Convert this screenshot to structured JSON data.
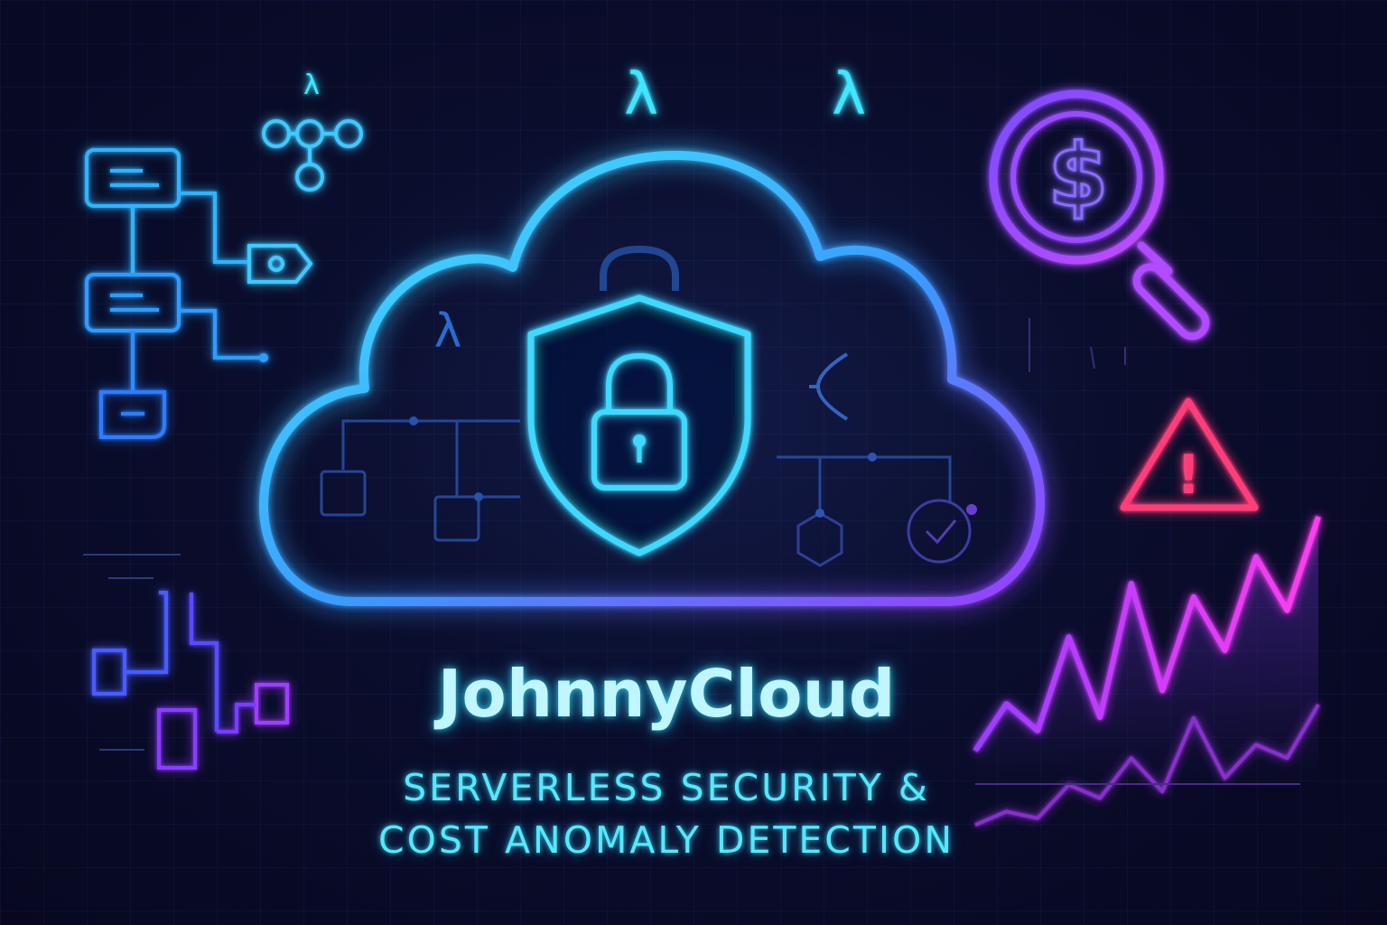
{
  "brand": {
    "name": "JohnnyCloud",
    "tagline_line1": "SERVERLESS SECURITY &",
    "tagline_line2": "COST ANOMALY DETECTION"
  },
  "icons": {
    "lambda_symbol": "λ",
    "dollar_symbol": "$",
    "alert_symbol": "!"
  },
  "colors": {
    "background": "#080a24",
    "cyan": "#3fe6ff",
    "blue": "#2f8cff",
    "violet": "#8a3cff",
    "magenta": "#d93cff",
    "alert_red": "#ff3d78",
    "title": "#bff6ff"
  },
  "chart_data": {
    "type": "line",
    "series": [
      {
        "values": [
          5,
          12,
          8,
          22,
          10,
          30,
          14,
          28,
          20,
          34,
          26,
          40
        ]
      },
      {
        "values": [
          2,
          4,
          3,
          8,
          6,
          12,
          7,
          18,
          9,
          14,
          12,
          20
        ]
      }
    ]
  }
}
